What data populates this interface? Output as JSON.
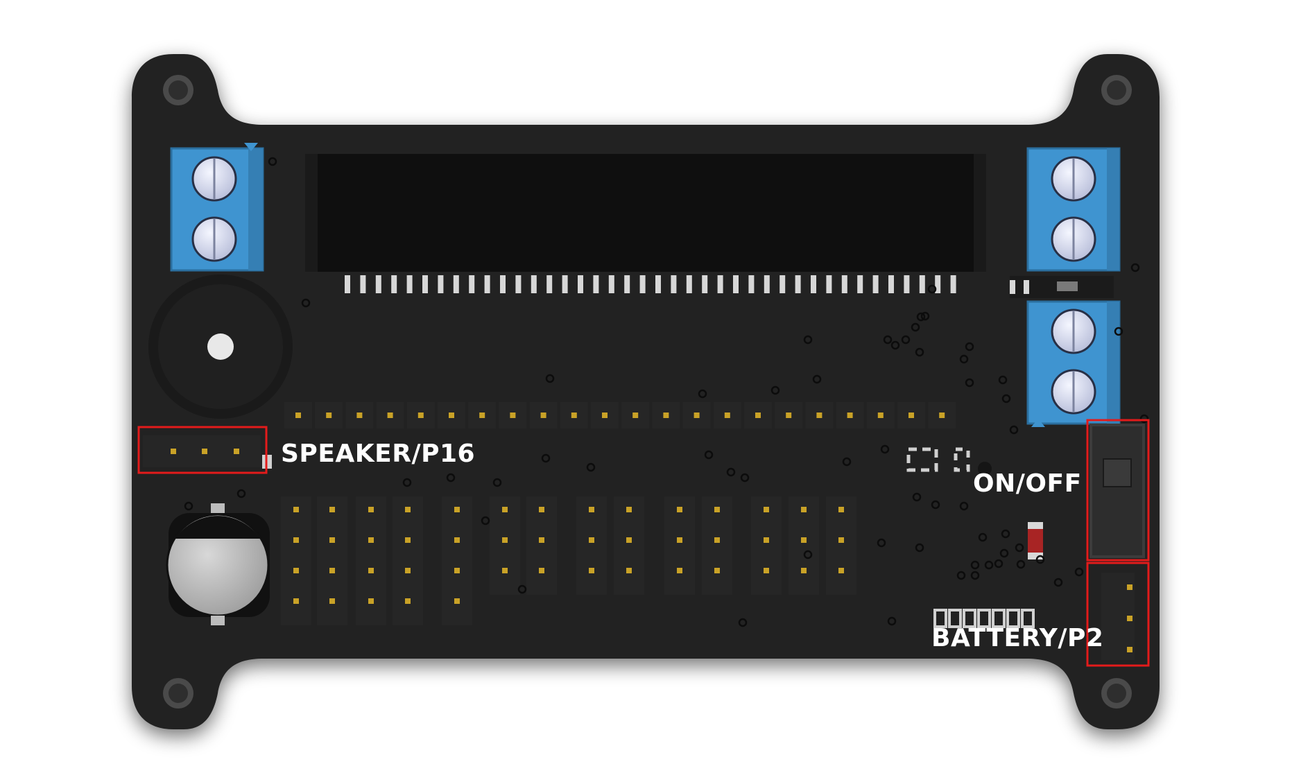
{
  "labels": {
    "speaker": "SPEAKER/P16",
    "on_off": "ON/OFF",
    "battery": "BATTERY/P2"
  },
  "colors": {
    "board": "#222222",
    "terminal_block": "#3f94d0",
    "pin": "#c9a227",
    "highlight": "#e31b1b",
    "label_text": "#ffffff"
  },
  "icons": {
    "terminal_screw": "terminal-screw-icon",
    "pin": "pin-icon",
    "mounting_hole": "mounting-hole-icon"
  }
}
